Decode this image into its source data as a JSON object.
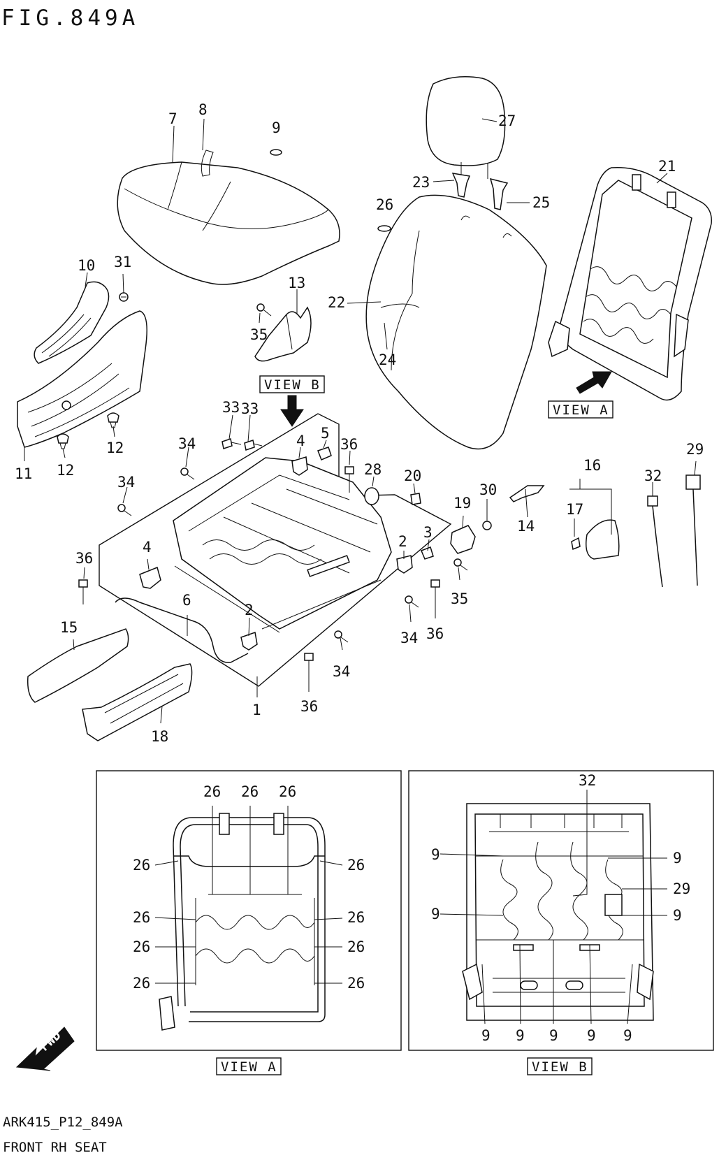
{
  "figure_title": "FIG.849A",
  "view_labels": {
    "view_b_top": "VIEW B",
    "view_a_top": "VIEW A",
    "view_a_bottom": "VIEW A",
    "view_b_bottom": "VIEW B"
  },
  "fwd_label": "FWD",
  "footer": {
    "drawing_code": "ARK415_P12_849A",
    "section_name": "FRONT RH SEAT"
  },
  "callouts": {
    "c7": "7",
    "c8": "8",
    "c9_top": "9",
    "c27": "27",
    "c21": "21",
    "c23": "23",
    "c25": "25",
    "c26_top": "26",
    "c10": "10",
    "c31": "31",
    "c13": "13",
    "c22": "22",
    "c35_top": "35",
    "c24": "24",
    "c11": "11",
    "c12_a": "12",
    "c12_b": "12",
    "c33_a": "33",
    "c33_b": "33",
    "c34_a": "34",
    "c34_b": "34",
    "c4_a": "4",
    "c5": "5",
    "c36_a": "36",
    "c28": "28",
    "c20": "20",
    "c30": "30",
    "c16": "16",
    "c29": "29",
    "c32": "32",
    "c17": "17",
    "c19": "19",
    "c14": "14",
    "c3": "3",
    "c2_a": "2",
    "c4_b": "4",
    "c36_b": "36",
    "c6": "6",
    "c2_b": "2",
    "c35_b": "35",
    "c34_c": "34",
    "c36_c": "36",
    "c15": "15",
    "c34_d": "34",
    "c36_d": "36",
    "c1": "1",
    "c18": "18"
  },
  "view_a_callouts": {
    "top": [
      "26",
      "26",
      "26"
    ],
    "left": [
      "26",
      "26",
      "26",
      "26"
    ],
    "right": [
      "26",
      "26",
      "26",
      "26"
    ]
  },
  "view_b_callouts": {
    "top": "32",
    "left": [
      "9",
      "9"
    ],
    "right": [
      "9",
      "29",
      "9"
    ],
    "bottom": [
      "9",
      "9",
      "9",
      "9",
      "9"
    ]
  }
}
